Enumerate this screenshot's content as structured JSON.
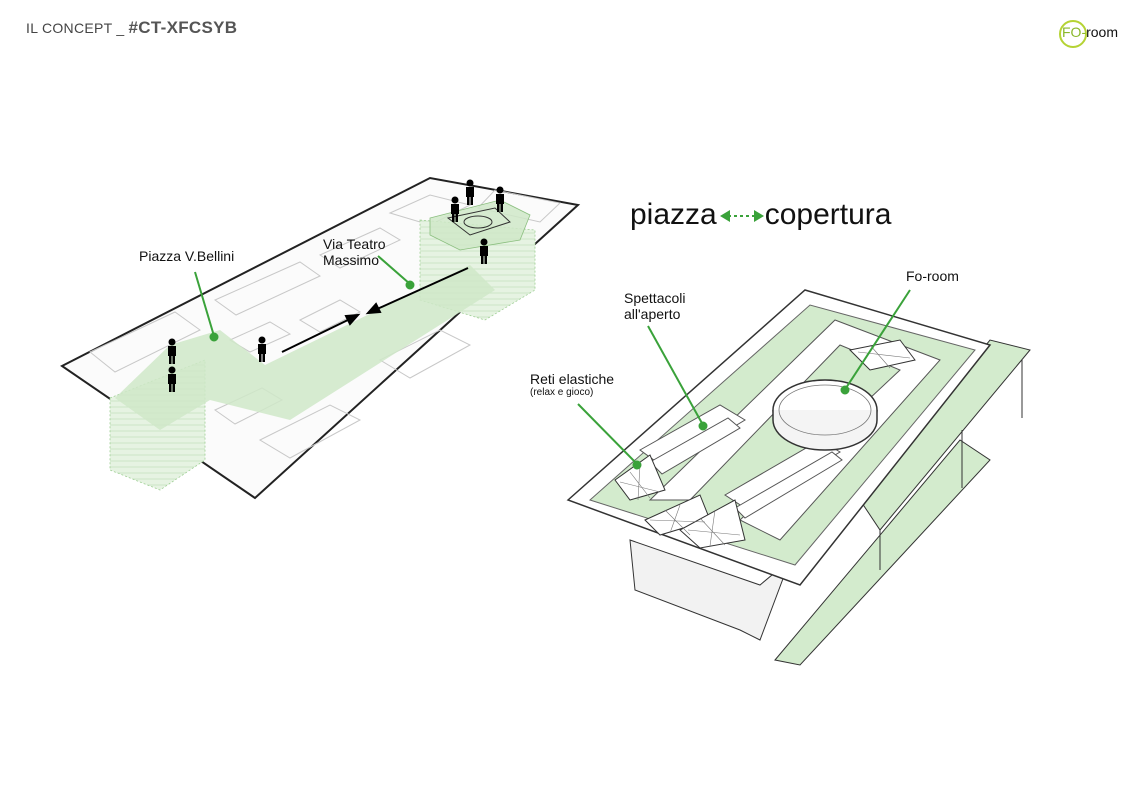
{
  "header": {
    "section": "IL CONCEPT  _",
    "code": "#CT-XFCSYB"
  },
  "logo": {
    "prefix": "FO-",
    "suffix": "room"
  },
  "headline": {
    "left": "piazza",
    "right": "copertura"
  },
  "left_diagram": {
    "labels": {
      "piazza": "Piazza V.Bellini",
      "via_line1": "Via Teatro",
      "via_line2": "Massimo"
    }
  },
  "right_diagram": {
    "labels": {
      "foroom": "Fo-room",
      "spettacoli_line1": "Spettacoli",
      "spettacoli_line2": "all'aperto",
      "reti": "Reti elastiche",
      "reti_sub": "(relax e gioco)"
    }
  },
  "colors": {
    "green": "#3aa23a",
    "light_green": "#d3ebcd",
    "accent": "#b5d334"
  }
}
